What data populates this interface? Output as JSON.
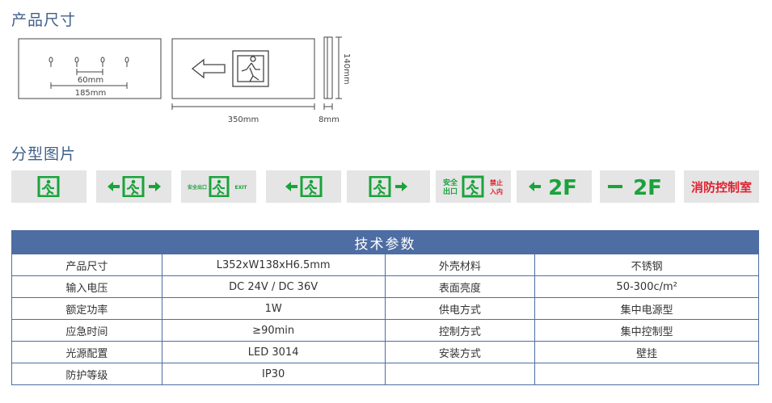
{
  "sections": {
    "size_title": "产品尺寸",
    "types_title": "分型图片"
  },
  "dimensions": {
    "dim_60": "60mm",
    "dim_185": "185mm",
    "dim_350": "350mm",
    "dim_8": "8mm",
    "dim_140": "140mm"
  },
  "thumbnails": [
    {
      "id": "exit-man"
    },
    {
      "id": "both-arrows"
    },
    {
      "id": "safe-exit-en",
      "left_text": "安全出口",
      "right_text": "EXIT"
    },
    {
      "id": "left-arrow"
    },
    {
      "id": "right-arrow"
    },
    {
      "id": "safe-exit-forbid",
      "left_text_1": "安全",
      "left_text_2": "出口",
      "right_text_1": "禁止",
      "right_text_2": "入内"
    },
    {
      "id": "left-2f",
      "text": "2F"
    },
    {
      "id": "dash-2f",
      "text": "2F"
    },
    {
      "id": "fire-control",
      "text": "消防控制室"
    }
  ],
  "specs": {
    "title": "技术参数",
    "rows": [
      [
        "产品尺寸",
        "L352xW138xH6.5mm",
        "外壳材料",
        "不锈钢"
      ],
      [
        "输入电压",
        "DC 24V / DC 36V",
        "表面亮度",
        "50-300c/m²"
      ],
      [
        "额定功率",
        "1W",
        "供电方式",
        "集中电源型"
      ],
      [
        "应急时间",
        "≥90min",
        "控制方式",
        "集中控制型"
      ],
      [
        "光源配置",
        "LED 3014",
        "安装方式",
        "壁挂"
      ],
      [
        "防护等级",
        "IP30",
        "",
        ""
      ]
    ]
  },
  "colors": {
    "green": "#1aa33b",
    "red": "#e0212e",
    "header_blue": "#4d6da3",
    "thumb_bg": "#e5e5e5"
  }
}
